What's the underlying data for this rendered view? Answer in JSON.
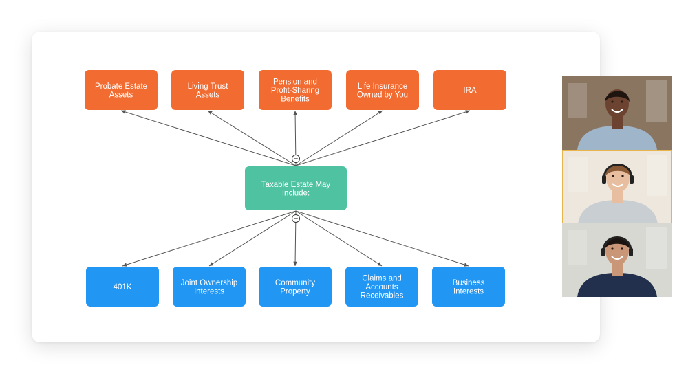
{
  "diagram": {
    "center": {
      "label_lines": [
        "Taxable Estate May",
        "Include:"
      ],
      "color": "#4fc3a1"
    },
    "colors": {
      "top": "#f26b30",
      "bottom": "#2196f3",
      "edge": "#555555"
    },
    "top_nodes": [
      {
        "id": "probate-estate-assets",
        "label_lines": [
          "Probate Estate",
          "Assets"
        ]
      },
      {
        "id": "living-trust-assets",
        "label_lines": [
          "Living Trust",
          "Assets"
        ]
      },
      {
        "id": "pension-profit-sharing",
        "label_lines": [
          "Pension and",
          "Profit-Sharing",
          "Benefits"
        ]
      },
      {
        "id": "life-insurance",
        "label_lines": [
          "Life Insurance",
          "Owned by You"
        ]
      },
      {
        "id": "ira",
        "label_lines": [
          "IRA"
        ]
      }
    ],
    "bottom_nodes": [
      {
        "id": "401k",
        "label_lines": [
          "401K"
        ]
      },
      {
        "id": "joint-ownership",
        "label_lines": [
          "Joint Ownership",
          "Interests"
        ]
      },
      {
        "id": "community-property",
        "label_lines": [
          "Community",
          "Property"
        ]
      },
      {
        "id": "claims-accounts",
        "label_lines": [
          "Claims and",
          "Accounts",
          "Receivables"
        ]
      },
      {
        "id": "business-interests",
        "label_lines": [
          "Business",
          "Interests"
        ]
      }
    ]
  },
  "video_call": {
    "participants": [
      {
        "name": "participant-1",
        "active": false,
        "skin": "#6b4330",
        "shirt": "#9fb5c9",
        "bg": "#8a7561",
        "hair": "#1e1410"
      },
      {
        "name": "participant-2",
        "active": true,
        "skin": "#e7bfa0",
        "shirt": "#c9ced3",
        "bg": "#ede7dd",
        "hair": "#8a5a36",
        "headset": true
      },
      {
        "name": "participant-3",
        "active": false,
        "skin": "#c99677",
        "shirt": "#22304d",
        "bg": "#d8d8d2",
        "hair": "#1c1410",
        "headset": true
      }
    ]
  }
}
